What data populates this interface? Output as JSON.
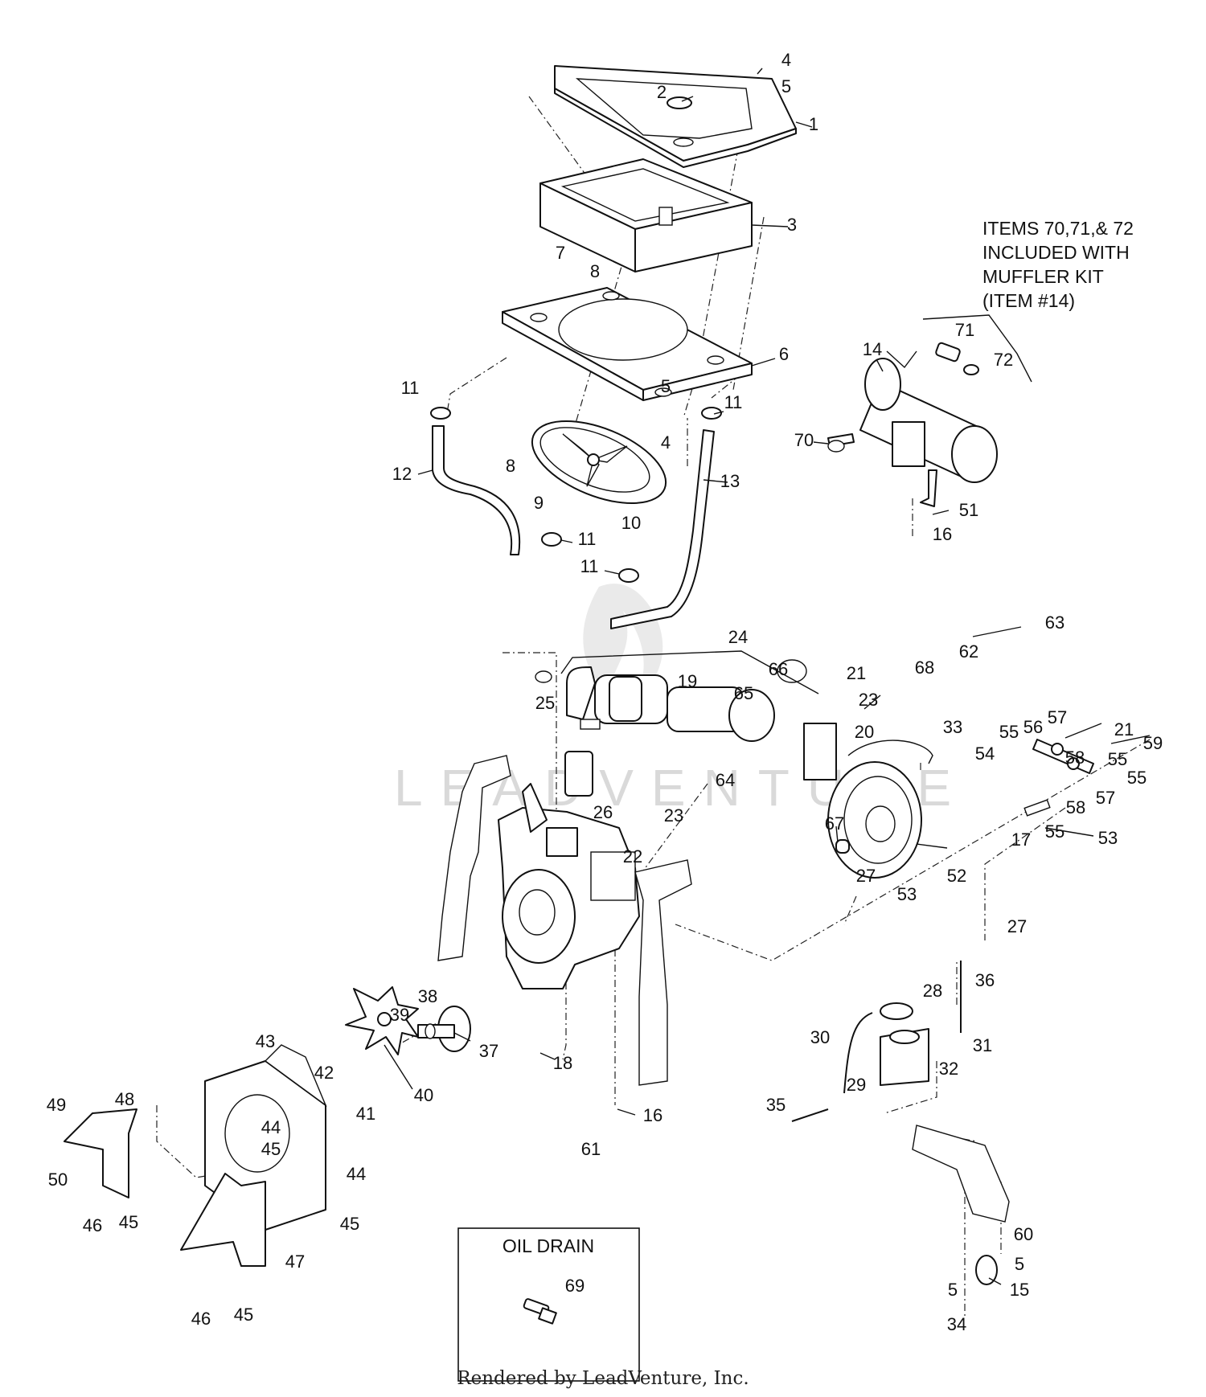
{
  "note": {
    "line1": "ITEMS 70,71,& 72",
    "line2": "INCLUDED WITH",
    "line3": "MUFFLER KIT",
    "line4": "(ITEM #14)"
  },
  "inset": {
    "title": "OIL DRAIN"
  },
  "watermark": "LEADVENTURE",
  "footer": "Rendered by LeadVenture, Inc.",
  "callouts": [
    {
      "id": "c4a",
      "label": "4"
    },
    {
      "id": "c5a",
      "label": "5"
    },
    {
      "id": "c2",
      "label": "2"
    },
    {
      "id": "c1",
      "label": "1"
    },
    {
      "id": "c3",
      "label": "3"
    },
    {
      "id": "c7",
      "label": "7"
    },
    {
      "id": "c8a",
      "label": "8"
    },
    {
      "id": "c6",
      "label": "6"
    },
    {
      "id": "c11a",
      "label": "11"
    },
    {
      "id": "c5b",
      "label": "5"
    },
    {
      "id": "c11b",
      "label": "11"
    },
    {
      "id": "c4b",
      "label": "4"
    },
    {
      "id": "c12",
      "label": "12"
    },
    {
      "id": "c8b",
      "label": "8"
    },
    {
      "id": "c9",
      "label": "9"
    },
    {
      "id": "c13",
      "label": "13"
    },
    {
      "id": "c10",
      "label": "10"
    },
    {
      "id": "c11c",
      "label": "11"
    },
    {
      "id": "c11d",
      "label": "11"
    },
    {
      "id": "c14",
      "label": "14"
    },
    {
      "id": "c71",
      "label": "71"
    },
    {
      "id": "c72",
      "label": "72"
    },
    {
      "id": "c70",
      "label": "70"
    },
    {
      "id": "c51",
      "label": "51"
    },
    {
      "id": "c16a",
      "label": "16"
    },
    {
      "id": "c24",
      "label": "24"
    },
    {
      "id": "c63",
      "label": "63"
    },
    {
      "id": "c62",
      "label": "62"
    },
    {
      "id": "c68",
      "label": "68"
    },
    {
      "id": "c19",
      "label": "19"
    },
    {
      "id": "c66",
      "label": "66"
    },
    {
      "id": "c21a",
      "label": "21"
    },
    {
      "id": "c65",
      "label": "65"
    },
    {
      "id": "c23a",
      "label": "23"
    },
    {
      "id": "c25",
      "label": "25"
    },
    {
      "id": "c20",
      "label": "20"
    },
    {
      "id": "c33",
      "label": "33"
    },
    {
      "id": "c57a",
      "label": "57"
    },
    {
      "id": "c56",
      "label": "56"
    },
    {
      "id": "c21b",
      "label": "21"
    },
    {
      "id": "c55a",
      "label": "55"
    },
    {
      "id": "c55b",
      "label": "55"
    },
    {
      "id": "c59",
      "label": "59"
    },
    {
      "id": "c54",
      "label": "54"
    },
    {
      "id": "c58a",
      "label": "58"
    },
    {
      "id": "c55c",
      "label": "55"
    },
    {
      "id": "c64",
      "label": "64"
    },
    {
      "id": "c26",
      "label": "26"
    },
    {
      "id": "c57b",
      "label": "57"
    },
    {
      "id": "c58b",
      "label": "58"
    },
    {
      "id": "c23b",
      "label": "23"
    },
    {
      "id": "c67",
      "label": "67"
    },
    {
      "id": "c17",
      "label": "17"
    },
    {
      "id": "c55d",
      "label": "55"
    },
    {
      "id": "c53a",
      "label": "53"
    },
    {
      "id": "c22",
      "label": "22"
    },
    {
      "id": "c27a",
      "label": "27"
    },
    {
      "id": "c52",
      "label": "52"
    },
    {
      "id": "c53b",
      "label": "53"
    },
    {
      "id": "c27b",
      "label": "27"
    },
    {
      "id": "c36",
      "label": "36"
    },
    {
      "id": "c28",
      "label": "28"
    },
    {
      "id": "c38",
      "label": "38"
    },
    {
      "id": "c39",
      "label": "39"
    },
    {
      "id": "c37",
      "label": "37"
    },
    {
      "id": "c30",
      "label": "30"
    },
    {
      "id": "c31",
      "label": "31"
    },
    {
      "id": "c32",
      "label": "32"
    },
    {
      "id": "c18",
      "label": "18"
    },
    {
      "id": "c43",
      "label": "43"
    },
    {
      "id": "c42",
      "label": "42"
    },
    {
      "id": "c40",
      "label": "40"
    },
    {
      "id": "c41",
      "label": "41"
    },
    {
      "id": "c29",
      "label": "29"
    },
    {
      "id": "c16b",
      "label": "16"
    },
    {
      "id": "c35",
      "label": "35"
    },
    {
      "id": "c49",
      "label": "49"
    },
    {
      "id": "c48",
      "label": "48"
    },
    {
      "id": "c44a",
      "label": "44"
    },
    {
      "id": "c45a",
      "label": "45"
    },
    {
      "id": "c61",
      "label": "61"
    },
    {
      "id": "c50",
      "label": "50"
    },
    {
      "id": "c44b",
      "label": "44"
    },
    {
      "id": "c46a",
      "label": "46"
    },
    {
      "id": "c45b",
      "label": "45"
    },
    {
      "id": "c45c",
      "label": "45"
    },
    {
      "id": "c60",
      "label": "60"
    },
    {
      "id": "c47",
      "label": "47"
    },
    {
      "id": "c69",
      "label": "69"
    },
    {
      "id": "c5c",
      "label": "5"
    },
    {
      "id": "c46b",
      "label": "46"
    },
    {
      "id": "c45d",
      "label": "45"
    },
    {
      "id": "c5d",
      "label": "5"
    },
    {
      "id": "c15",
      "label": "15"
    },
    {
      "id": "c34",
      "label": "34"
    }
  ]
}
